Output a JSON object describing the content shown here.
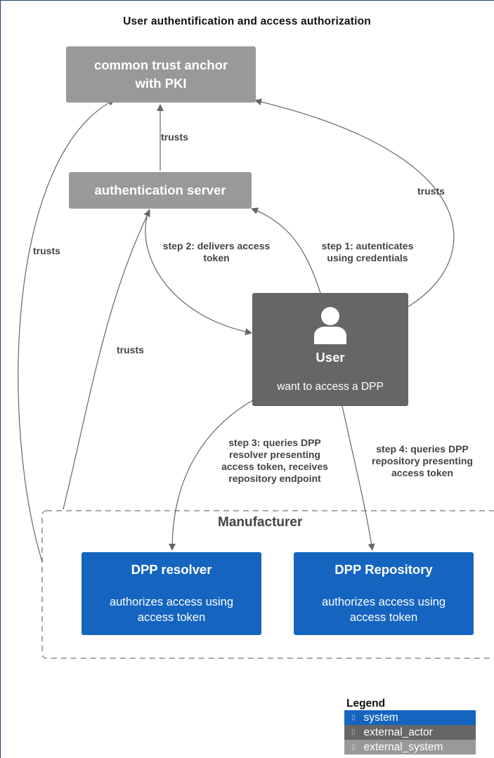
{
  "diagram": {
    "title": "User authentification and access authorization",
    "nodes": {
      "trust_anchor": {
        "label_line1": "common trust anchor",
        "label_line2": "with PKI"
      },
      "auth_server": {
        "label": "authentication server"
      },
      "user": {
        "label": "User",
        "description": "want to access a DPP"
      },
      "dpp_resolver": {
        "label": "DPP resolver",
        "description_line1": "authorizes access using",
        "description_line2": "access token"
      },
      "dpp_repository": {
        "label": "DPP Repository",
        "description_line1": "authorizes access using",
        "description_line2": "access token"
      }
    },
    "boundary": {
      "label": "Manufacturer"
    },
    "edges": {
      "auth_trusts_anchor": "trusts",
      "user_trusts_anchor": "trusts",
      "resolver_trusts_anchor": "trusts",
      "resolver_trusts_auth": "trusts",
      "step1_line1": "step 1: autenticates",
      "step1_line2": "using credentials",
      "step2_line1": "step 2: delivers access",
      "step2_line2": "token",
      "step3_line1": "step 3: queries DPP",
      "step3_line2": "resolver presenting",
      "step3_line3": "access token, receives",
      "step3_line4": "repository endpoint",
      "step4_line1": "step 4: queries DPP",
      "step4_line2": "repository presenting",
      "step4_line3": "access token"
    },
    "legend": {
      "title": "Legend",
      "items": [
        {
          "label": "system",
          "color": "#1565c0"
        },
        {
          "label": "external_actor",
          "color": "#666666"
        },
        {
          "label": "external_system",
          "color": "#999999"
        }
      ]
    },
    "colors": {
      "system": "#1565c0",
      "external_actor": "#666666",
      "external_system": "#999999",
      "line": "#666666"
    }
  }
}
